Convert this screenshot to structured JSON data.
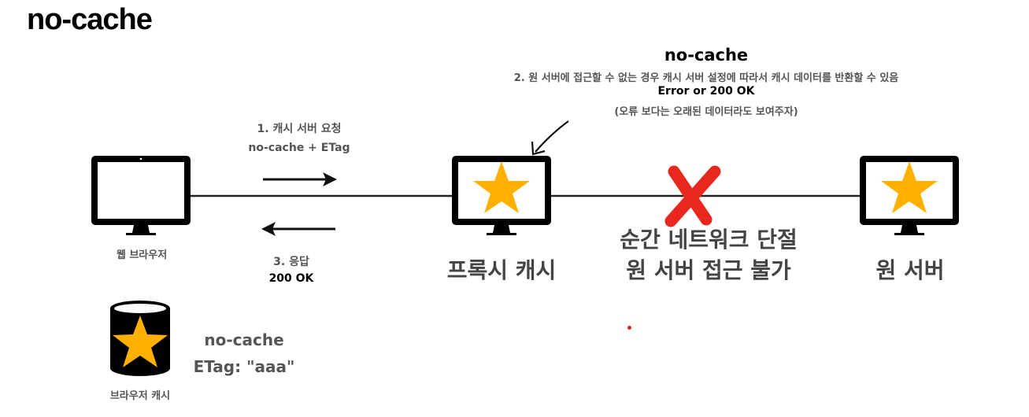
{
  "page_title": "no-cache",
  "server_note": {
    "title": "no-cache",
    "line1": "2. 원 서버에 접근할 수 없는 경우 캐시 서버 설정에 따라서 캐시 데이터를 반환할 수 있음",
    "line2": "Error or 200 OK",
    "line3": "(오류 보다는 오래된 데이터라도 보여주자)"
  },
  "request": {
    "line1": "1. 캐시 서버 요청",
    "line2": "no-cache + ETag"
  },
  "response": {
    "line1": "3. 응답",
    "line2": "200 OK"
  },
  "nodes": {
    "browser": "웹 브라우저",
    "proxy": "프록시 캐시",
    "origin": "원 서버"
  },
  "network_cut": {
    "line1": "순간 네트워크 단절",
    "line2": "원 서버 접근 불가"
  },
  "browser_cache": {
    "label": "브라우저 캐시",
    "directive": "no-cache",
    "etag": "ETag: \"aaa\""
  },
  "colors": {
    "star": "#ffb000",
    "cross": "#e8281e",
    "monitor": "#000000",
    "line": "#222222"
  },
  "icons": [
    "monitor-icon",
    "star-icon",
    "database-icon",
    "cross-icon",
    "arrow-right-icon",
    "arrow-left-icon"
  ]
}
